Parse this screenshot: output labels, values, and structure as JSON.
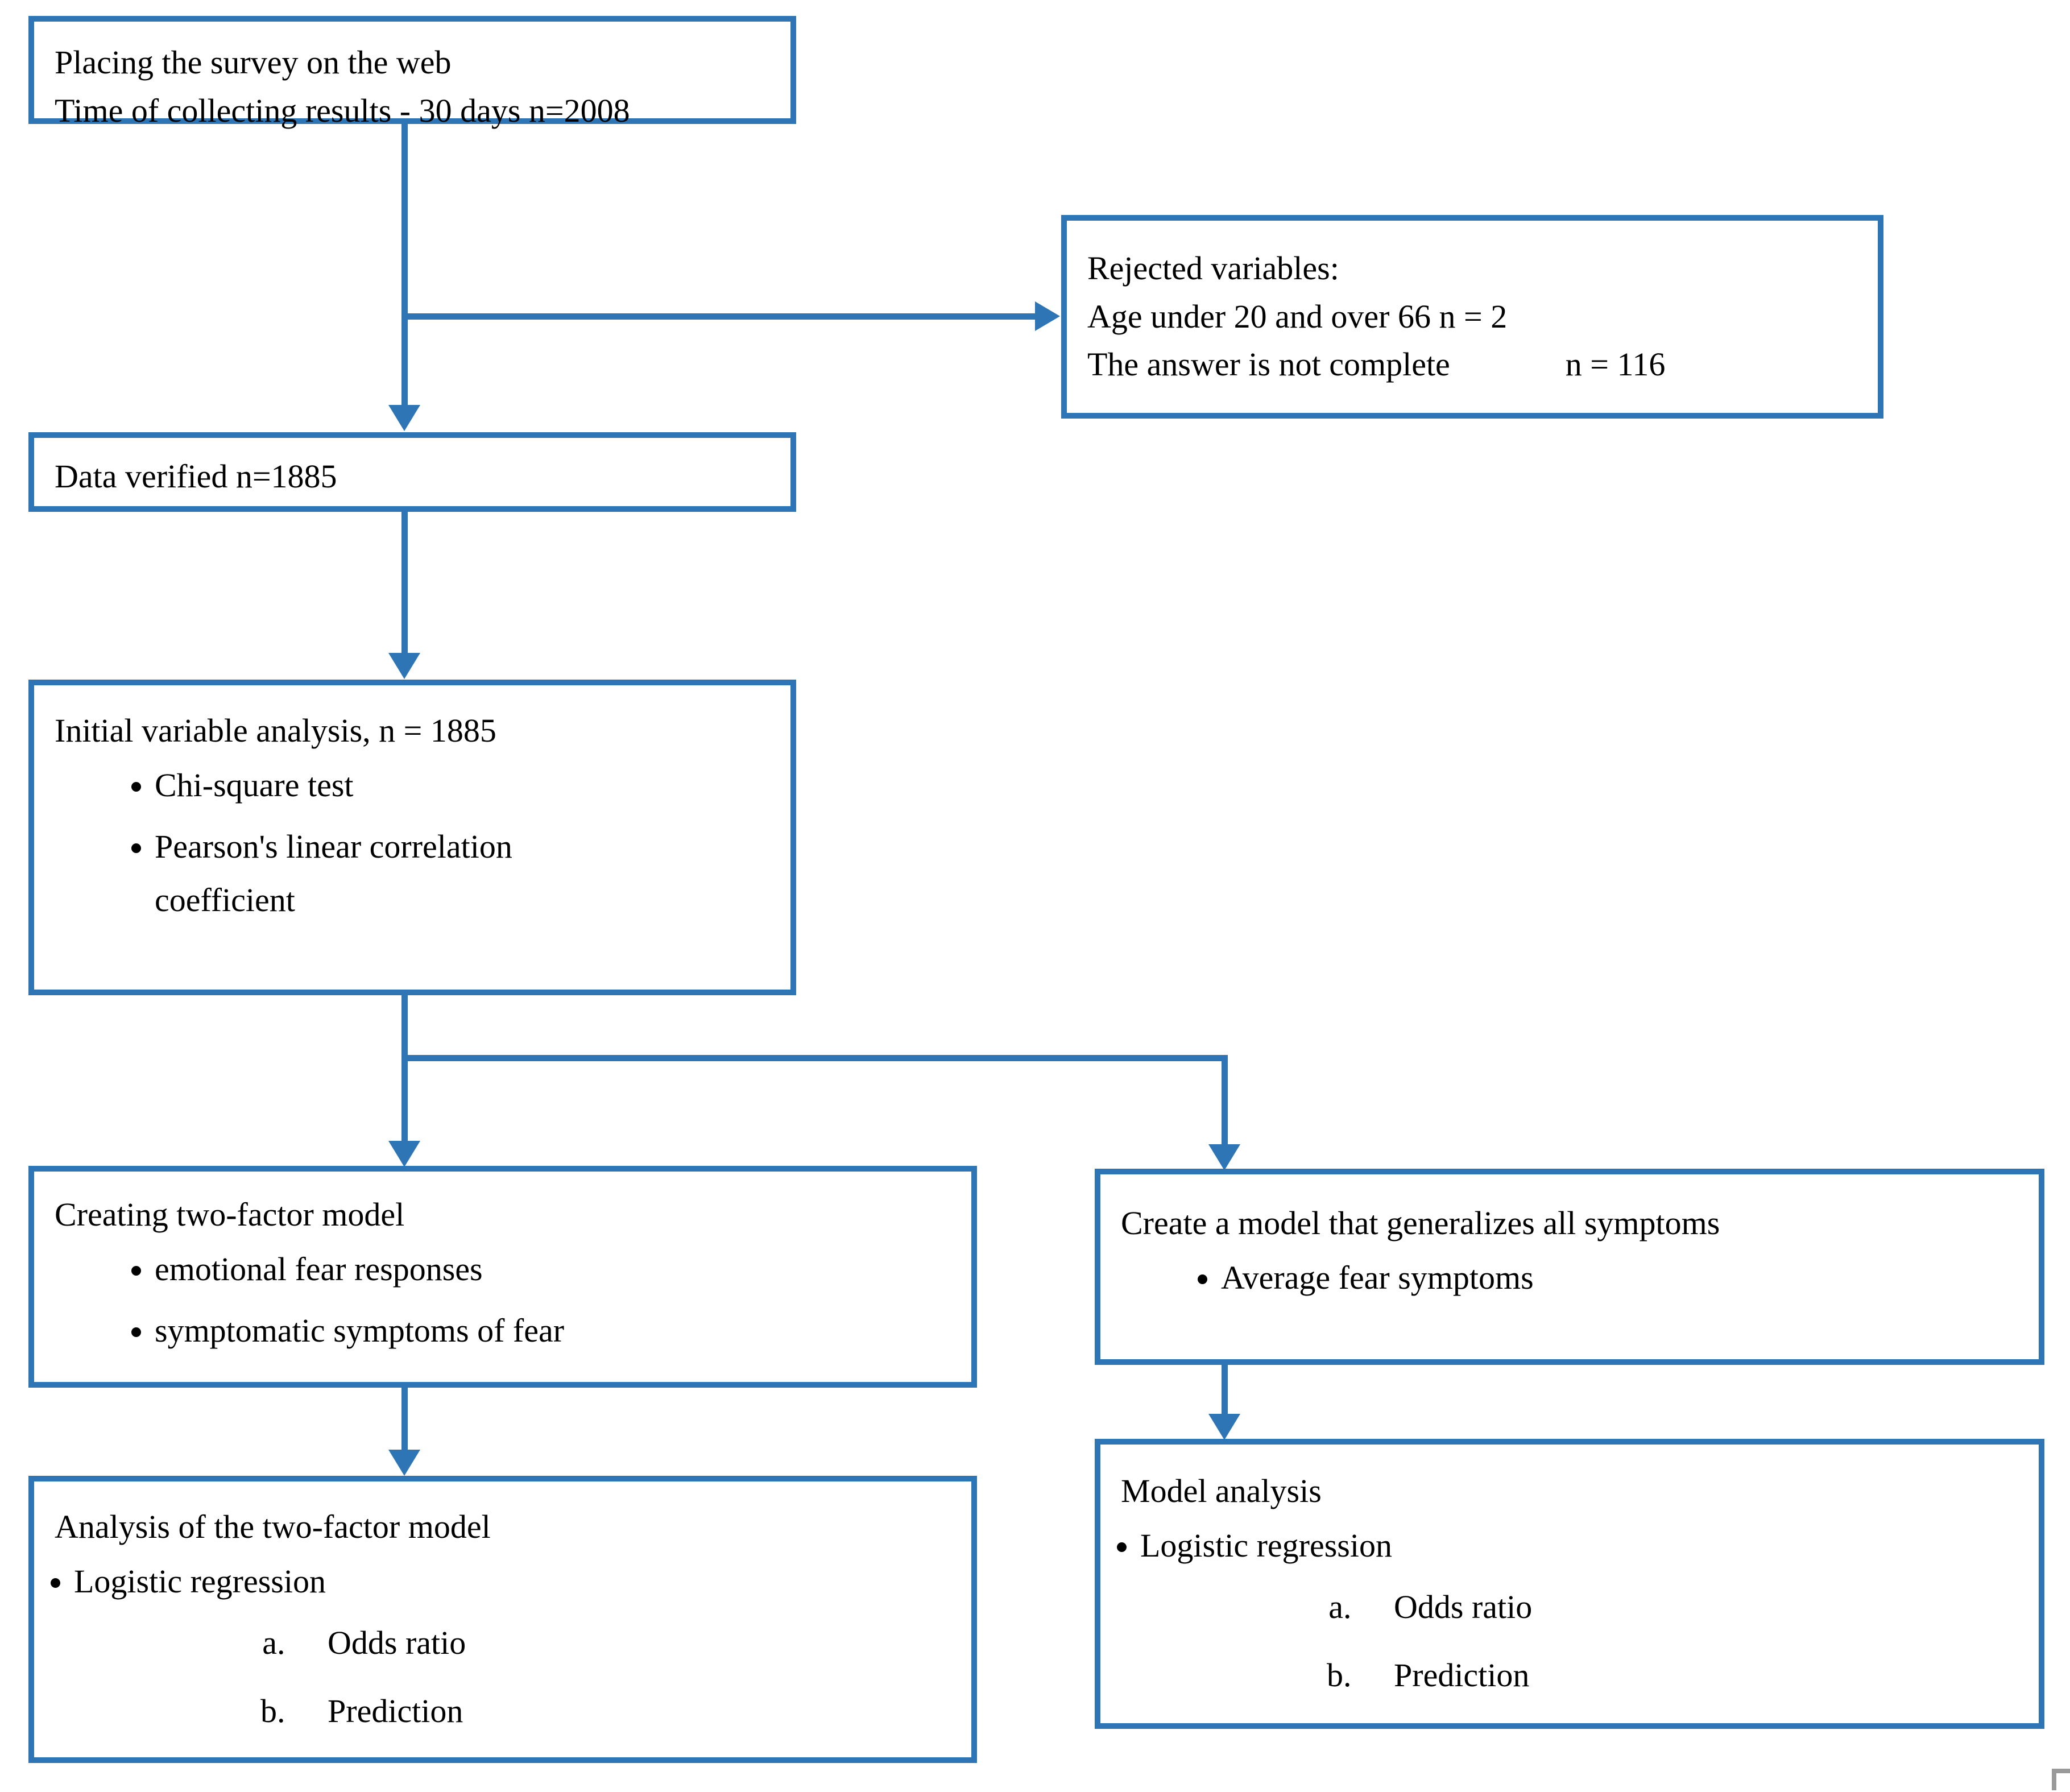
{
  "diagram": {
    "title": "Study flow diagram",
    "accent_color": "#2E75B6",
    "text_color": "#000000",
    "background_color": "#FFFFFF"
  },
  "nodes": {
    "survey": {
      "line1": "Placing the survey on the web",
      "line2": "Time of collecting results - 30 days n=2008"
    },
    "rejected": {
      "line1": "Rejected variables:",
      "line2": "Age under 20 and over 66 n = 2",
      "line3": "The answer is not complete              n = 116"
    },
    "data_verified": {
      "line1": "Data verified n=1885"
    },
    "initial_analysis": {
      "title": "Initial variable analysis, n = 1885",
      "bullets": [
        "Chi-square test",
        "Pearson's linear correlation coefficient"
      ]
    },
    "two_factor_model": {
      "title": "Creating two-factor model",
      "bullets": [
        "emotional fear responses",
        "symptomatic symptoms  of fear"
      ]
    },
    "general_model": {
      "title": "Create a model that generalizes all symptoms",
      "bullets": [
        "Average fear symptoms"
      ]
    },
    "two_factor_analysis": {
      "title": "Analysis of the two-factor model",
      "bullets": [
        "Logistic regression"
      ],
      "sub_items": [
        "Odds ratio",
        "Prediction"
      ]
    },
    "model_analysis": {
      "title": "Model analysis",
      "bullets": [
        "Logistic regression"
      ],
      "sub_items": [
        "Odds ratio",
        "Prediction"
      ]
    }
  }
}
